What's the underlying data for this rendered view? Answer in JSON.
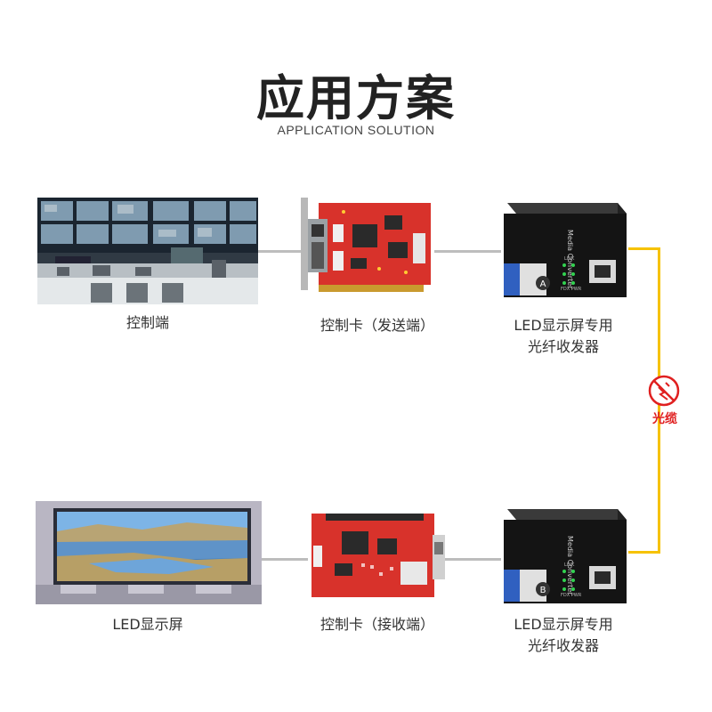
{
  "title": "应用方案",
  "subtitle": "APPLICATION SOLUTION",
  "top_row": {
    "control_end": "控制端",
    "control_card": "控制卡（发送端）",
    "converter_line1": "LED显示屏专用",
    "converter_line2": "光纤收发器",
    "converter_port": "A"
  },
  "bottom_row": {
    "led_screen": "LED显示屏",
    "control_card": "控制卡（接收端）",
    "converter_line1": "LED显示屏专用",
    "converter_line2": "光纤收发器",
    "converter_port": "B"
  },
  "fiber_label": "光缆",
  "converter_brand": "Media Converter",
  "led_labels": {
    "link": "LINK",
    "fdx_pwr": "FDX PWR"
  },
  "colors": {
    "fiber": "#f6c200",
    "fiber_label": "#e02020",
    "card_pcb": "#d8322b",
    "link_line": "#bdbdbd"
  }
}
